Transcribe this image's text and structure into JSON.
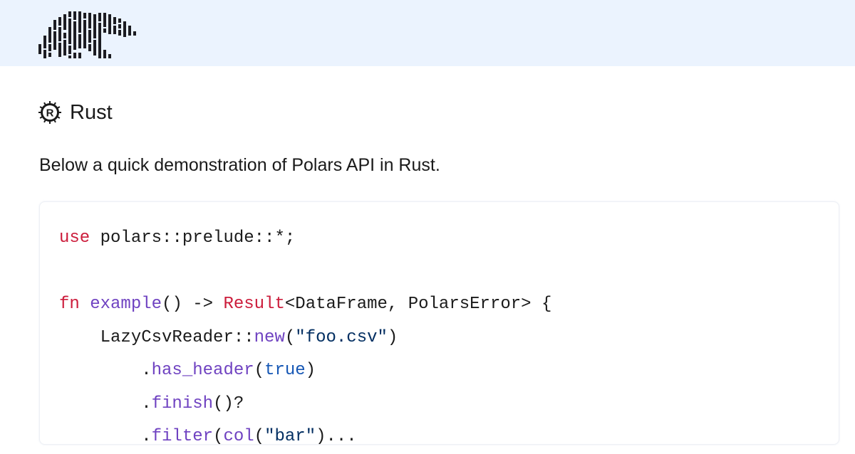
{
  "header": {
    "logo": "polars-bear-logo",
    "background": "#ebf3fe"
  },
  "section": {
    "icon": "rust-logo-icon",
    "title": "Rust",
    "intro": "Below a quick demonstration of Polars API in Rust."
  },
  "code": {
    "language": "rust",
    "lines": [
      [
        {
          "t": "use",
          "c": "kw"
        },
        {
          "t": " polars::prelude::*;",
          "c": ""
        }
      ],
      [],
      [
        {
          "t": "fn",
          "c": "kw"
        },
        {
          "t": " ",
          "c": ""
        },
        {
          "t": "example",
          "c": "fn"
        },
        {
          "t": "() -> ",
          "c": ""
        },
        {
          "t": "Result",
          "c": "ty"
        },
        {
          "t": "<DataFrame, PolarsError> {",
          "c": ""
        }
      ],
      [
        {
          "t": "    LazyCsvReader::",
          "c": ""
        },
        {
          "t": "new",
          "c": "fn"
        },
        {
          "t": "(",
          "c": ""
        },
        {
          "t": "\"foo.csv\"",
          "c": "str"
        },
        {
          "t": ")",
          "c": ""
        }
      ],
      [
        {
          "t": "        .",
          "c": ""
        },
        {
          "t": "has_header",
          "c": "fn"
        },
        {
          "t": "(",
          "c": ""
        },
        {
          "t": "true",
          "c": "lit"
        },
        {
          "t": ")",
          "c": ""
        }
      ],
      [
        {
          "t": "        .",
          "c": ""
        },
        {
          "t": "finish",
          "c": "fn"
        },
        {
          "t": "()?",
          "c": ""
        }
      ],
      [
        {
          "t": "        .",
          "c": ""
        },
        {
          "t": "filter",
          "c": "fn"
        },
        {
          "t": "(",
          "c": ""
        },
        {
          "t": "col",
          "c": "fn"
        },
        {
          "t": "(",
          "c": ""
        },
        {
          "t": "\"bar\"",
          "c": "str"
        },
        {
          "t": ")...",
          "c": ""
        }
      ]
    ]
  },
  "colors": {
    "keyword": "#cc1c3b",
    "function": "#6f42c1",
    "string": "#032f62",
    "literal": "#1657b5",
    "text": "#1a1a1a"
  }
}
